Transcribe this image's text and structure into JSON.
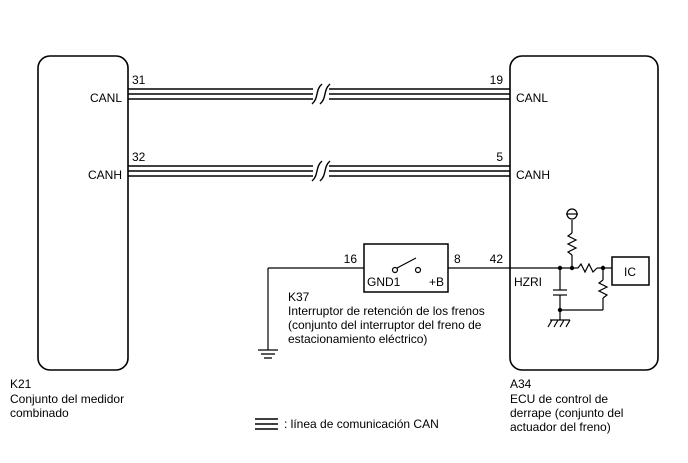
{
  "k21": {
    "code": "K21",
    "name_line1": "Conjunto del medidor",
    "name_line2": "combinado",
    "pins": [
      {
        "number": "31",
        "signal": "CANL"
      },
      {
        "number": "32",
        "signal": "CANH"
      }
    ]
  },
  "a34": {
    "code": "A34",
    "name_line1": "ECU de control de",
    "name_line2": "derrape (conjunto del",
    "name_line3": "actuador del freno)",
    "pins": [
      {
        "number": "19",
        "signal": "CANL"
      },
      {
        "number": "5",
        "signal": "CANH"
      },
      {
        "number": "42",
        "signal": "HZRI"
      }
    ],
    "ic_label": "IC"
  },
  "k37": {
    "code": "K37",
    "name_line1": "Interruptor de retención de los frenos",
    "name_line2": "(conjunto del interruptor del freno de",
    "name_line3": "estacionamiento eléctrico)",
    "pin_left": "16",
    "pin_right": "8",
    "terminal_left": "GND1",
    "terminal_right": "+B"
  },
  "legend": {
    "text": ": línea de comunicación CAN"
  }
}
